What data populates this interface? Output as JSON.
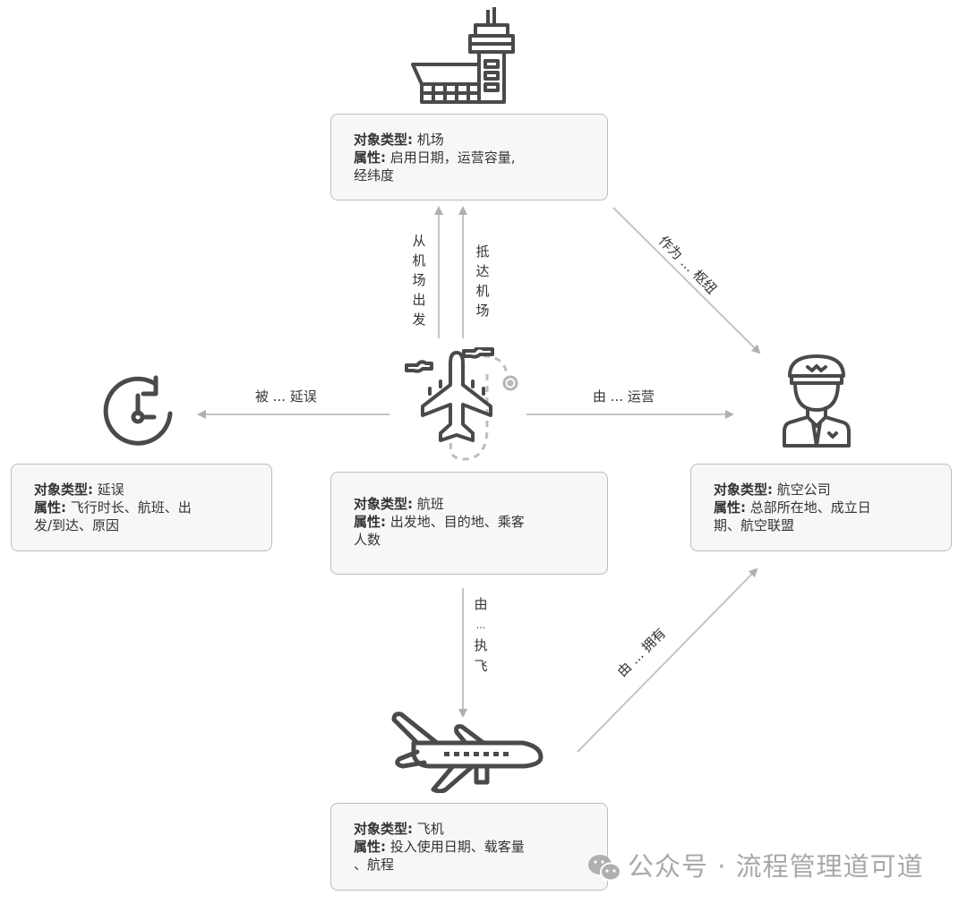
{
  "colors": {
    "line": "#b5b5b5",
    "icon": "#4a4a4a",
    "card_bg": "#f7f7f7",
    "card_border": "#bdbdbd",
    "watermark": "#a8a8a8"
  },
  "field_labels": {
    "type": "对象类型:",
    "attrs": "属性:"
  },
  "nodes": {
    "airport": {
      "icon": "airport-tower-icon",
      "type": "机场",
      "attrs_line1": "启用日期，运营容量,",
      "attrs_line2": "经纬度"
    },
    "delay": {
      "icon": "clock-refresh-icon",
      "type": "延误",
      "attrs_line1": "飞行时长、航班、出",
      "attrs_line2": "发/到达、原因"
    },
    "flight": {
      "icon": "flight-route-icon",
      "type": "航班",
      "attrs_line1": "出发地、目的地、乘客",
      "attrs_line2": "人数"
    },
    "airline": {
      "icon": "pilot-icon",
      "type": "航空公司",
      "attrs_line1": "总部所在地、成立日",
      "attrs_line2": "期、航空联盟"
    },
    "aircraft": {
      "icon": "airplane-icon",
      "type": "飞机",
      "attrs_line1": "投入使用日期、载客量",
      "attrs_line2": "、航程"
    }
  },
  "edges": {
    "depart": [
      "从",
      "机",
      "场",
      "出",
      "发"
    ],
    "arrive": [
      "抵",
      "达",
      "机",
      "场"
    ],
    "hub": "作为 ... 枢纽",
    "delayed": "被 ... 延误",
    "operated": "由 ... 运营",
    "flown": [
      "由",
      "...",
      "执",
      "飞"
    ],
    "owned": "由 ... 拥有"
  },
  "watermark": {
    "icon": "wechat-icon",
    "text": "公众号 · 流程管理道可道"
  }
}
